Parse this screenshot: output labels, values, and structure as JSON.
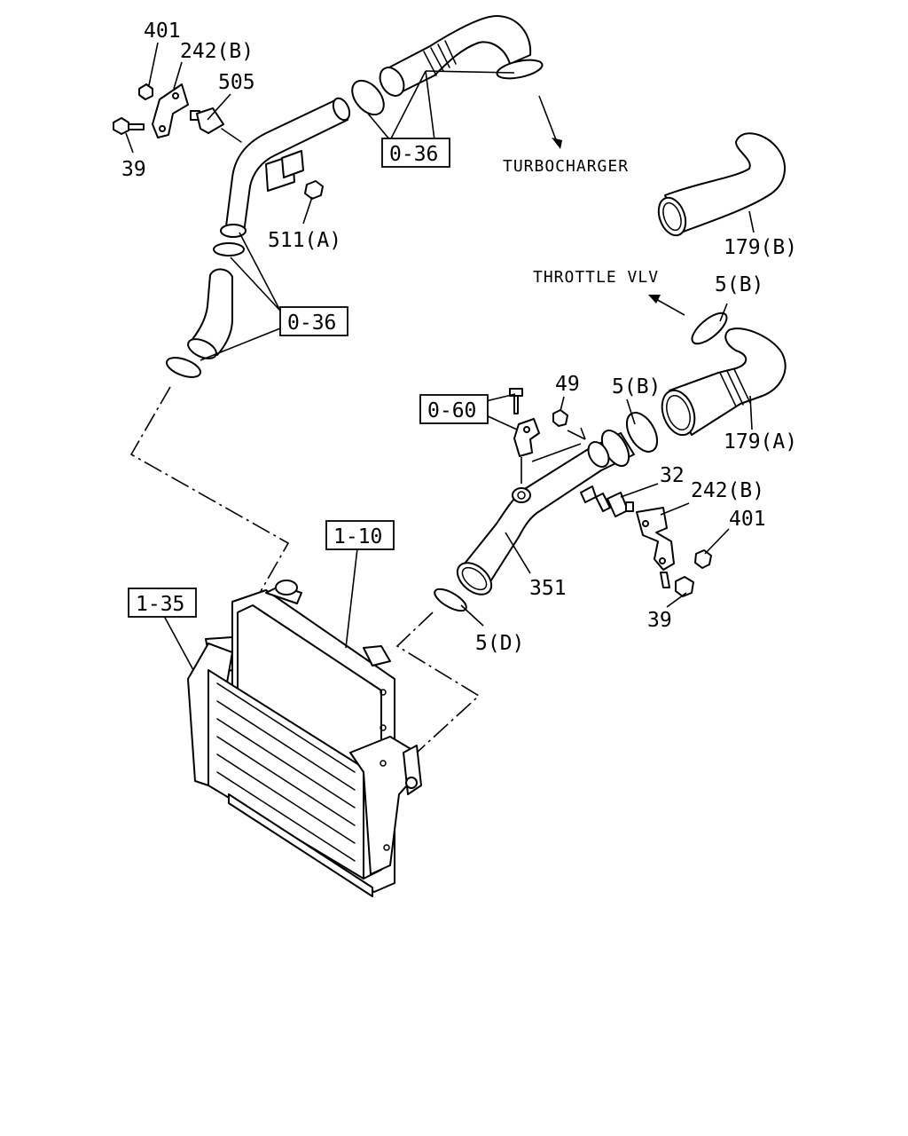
{
  "labels": {
    "401_top": "401",
    "242b_top": "242(B)",
    "505": "505",
    "39_top": "39",
    "511a": "511(A)",
    "turbocharger": "TURBOCHARGER",
    "179b": "179(B)",
    "throttle_vlv": "THROTTLE VLV",
    "5b_top": "5(B)",
    "5b_mid": "5(B)",
    "179a": "179(A)",
    "49": "49",
    "32": "32",
    "242b_right": "242(B)",
    "401_right": "401",
    "351": "351",
    "39_right": "39",
    "5d": "5(D)"
  },
  "refs": {
    "036_top": "0-36",
    "036_left": "0-36",
    "060": "0-60",
    "110": "1-10",
    "135": "1-35"
  }
}
